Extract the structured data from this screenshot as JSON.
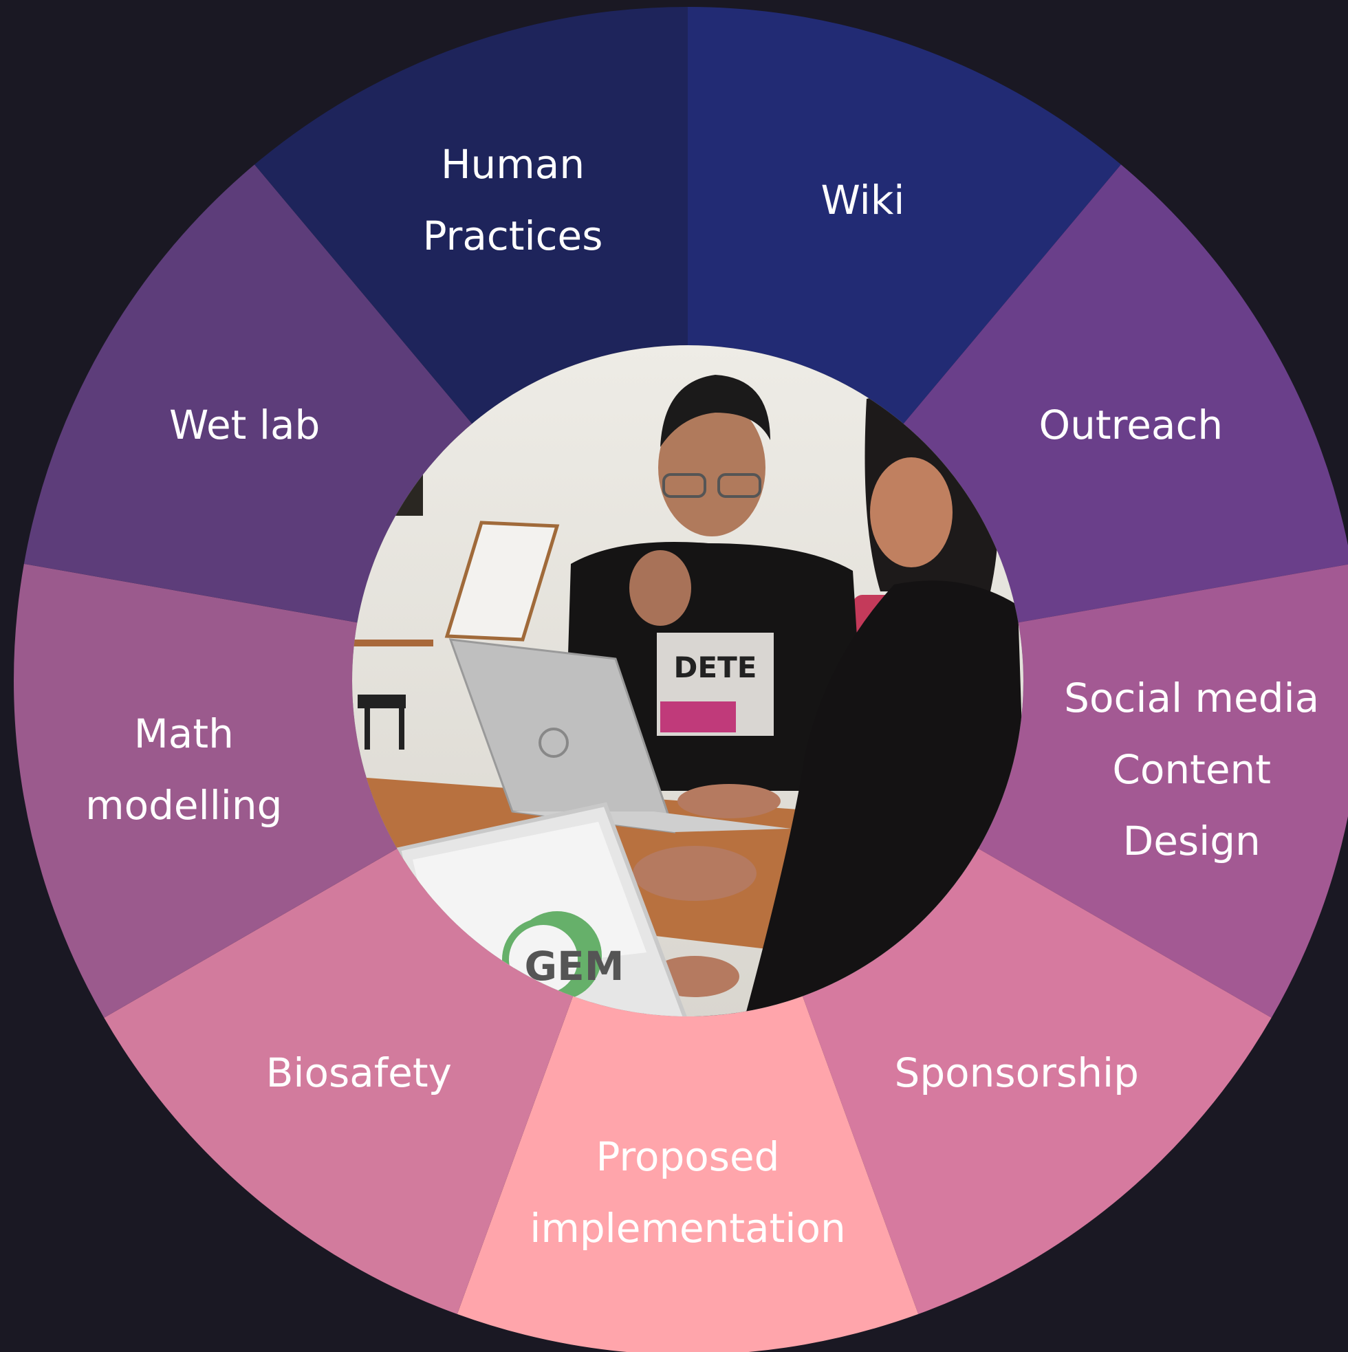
{
  "wheel": {
    "segments": [
      {
        "lines": [
          "Wiki"
        ],
        "color": "#222b74"
      },
      {
        "lines": [
          "Outreach"
        ],
        "color": "#6a3f8a"
      },
      {
        "lines": [
          "Social media",
          "Content",
          "Design"
        ],
        "color": "#a35993"
      },
      {
        "lines": [
          "Sponsorship"
        ],
        "color": "#d67a9f"
      },
      {
        "lines": [
          "Proposed",
          "implementation"
        ],
        "color": "#ffa5ab"
      },
      {
        "lines": [
          "Biosafety"
        ],
        "color": "#d27b9d"
      },
      {
        "lines": [
          "Math",
          "modelling"
        ],
        "color": "#9b5a8d"
      },
      {
        "lines": [
          "Wet lab"
        ],
        "color": "#5d3d7a"
      },
      {
        "lines": [
          "Human",
          "Practices"
        ],
        "color": "#1e245b"
      }
    ],
    "photo": {
      "logo_text": "GEM",
      "shirt_text": "DETE"
    }
  }
}
